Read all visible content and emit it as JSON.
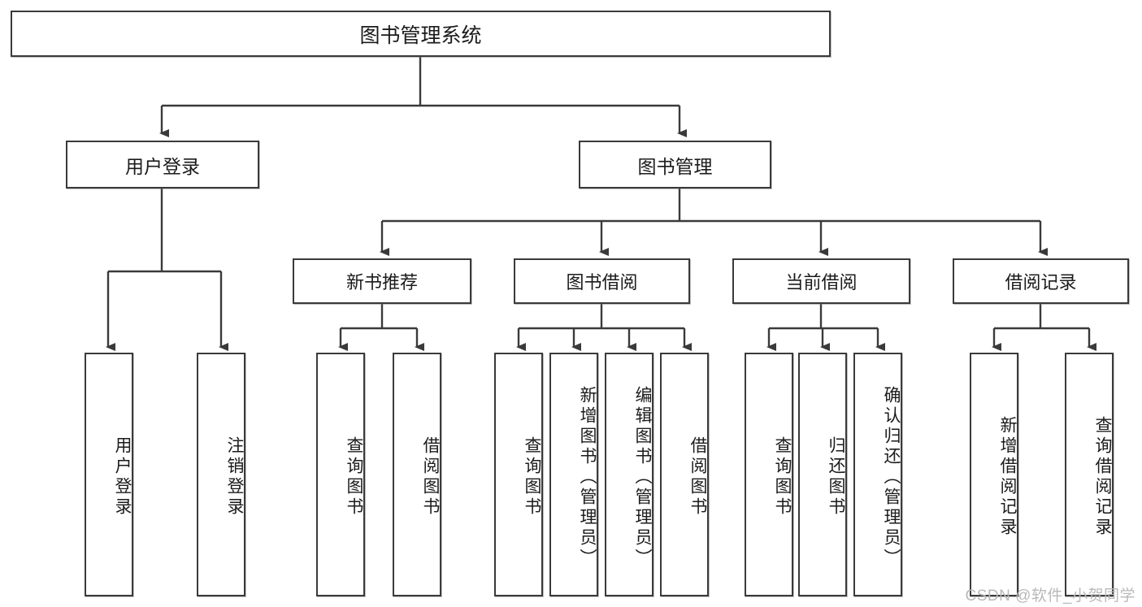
{
  "diagram": {
    "title": "图书管理系统",
    "type": "tree-hierarchy-diagram",
    "colors": {
      "box_border": "#3a3a3a",
      "box_fill": "#ffffff",
      "line": "#3a3a3a",
      "text": "#1b1b1b",
      "watermark": "#b9b9b9"
    },
    "root": {
      "label": "图书管理系统"
    },
    "level2": [
      {
        "label": "用户登录"
      },
      {
        "label": "图书管理"
      }
    ],
    "level3": [
      {
        "label": "新书推荐"
      },
      {
        "label": "图书借阅"
      },
      {
        "label": "当前借阅"
      },
      {
        "label": "借阅记录"
      }
    ],
    "leaves": {
      "user_login": [
        {
          "label": "用户登录"
        },
        {
          "label": "注销登录"
        }
      ],
      "new_book_recommend": [
        {
          "label": "查询图书"
        },
        {
          "label": "借阅图书"
        }
      ],
      "book_borrow": [
        {
          "label": "查询图书"
        },
        {
          "label": "新增图书（管理员）"
        },
        {
          "label": "编辑图书（管理员）"
        },
        {
          "label": "借阅图书"
        }
      ],
      "current_borrow": [
        {
          "label": "查询图书"
        },
        {
          "label": "归还图书"
        },
        {
          "label": "确认归还（管理员）"
        }
      ],
      "borrow_record": [
        {
          "label": "新增借阅记录"
        },
        {
          "label": "查询借阅记录"
        }
      ]
    }
  },
  "watermark": {
    "text": "CSDN @软件_小贺同学"
  }
}
